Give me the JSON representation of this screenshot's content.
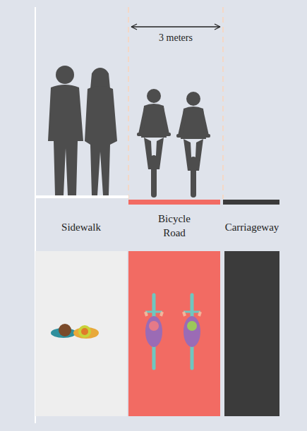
{
  "diagram": {
    "nodes": [
      {
        "text": [
          "Sidewalk"
        ]
      },
      {
        "text": [
          "Bicycle Road"
        ]
      },
      {
        "text": [
          "Carriageway"
        ]
      }
    ],
    "labels": [
      "3 meters"
    ]
  }
}
